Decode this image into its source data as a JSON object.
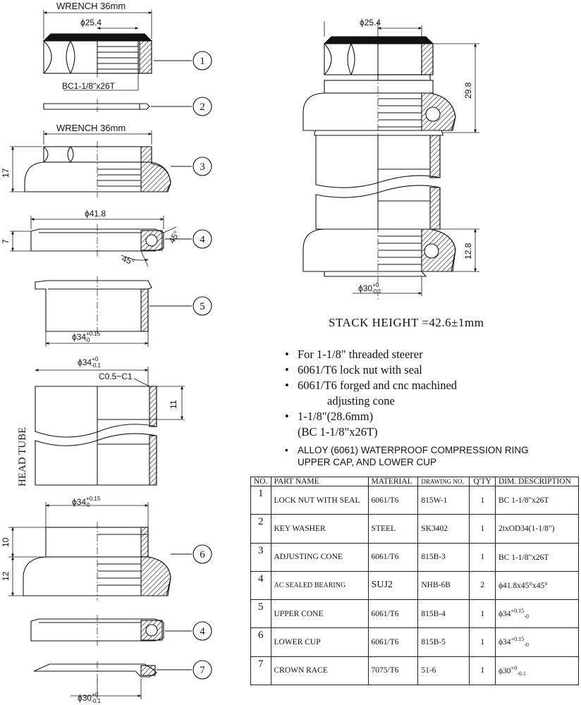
{
  "left_view": {
    "wrench_top": "WRENCH 36mm",
    "dia_25_4": "ϕ25.4",
    "thread_spec": "BC1-1/8\"x26T",
    "wrench_mid": "WRENCH 36mm",
    "dim_17": "17",
    "dia_41_8": "ϕ41.8",
    "dim_7": "7",
    "angle_45_a": "45°",
    "angle_45_b": "45°",
    "dia_34_upper": "ϕ34",
    "dia_34_upper_tol_plus": "+0.15",
    "dia_34_upper_tol_minus": "-0",
    "dia_34_tube": "ϕ34",
    "dia_34_tube_tol_plus": "+0",
    "dia_34_tube_tol_minus": "-0.1",
    "chamfer": "C0.5~C1",
    "dim_11": "11",
    "head_tube": "HEAD TUBE",
    "dia_34_lower": "ϕ34",
    "dia_34_lower_tol_plus": "+0.15",
    "dia_34_lower_tol_minus": "-0",
    "dim_10": "10",
    "dim_12": "12",
    "dia_30": "ϕ30",
    "dia_30_tol_plus": "+0",
    "dia_30_tol_minus": "-0.1"
  },
  "callouts": [
    "1",
    "2",
    "3",
    "4",
    "5",
    "6",
    "4",
    "7"
  ],
  "assembly": {
    "dia_25_4": "ϕ25.4",
    "dim_29_8": "29.8",
    "dim_12_8": "12.8",
    "dia_30": "ϕ30",
    "dia_30_tol_plus": "+0",
    "dia_30_tol_minus": "-0.1"
  },
  "stack_height": "STACK HEIGHT =42.6±1mm",
  "features": [
    {
      "text": "For 1-1/8\" threaded steerer",
      "sub": ""
    },
    {
      "text": "6061/T6 lock nut with seal",
      "sub": ""
    },
    {
      "text": "6061/T6 forged and cnc machined",
      "sub": "adjusting cone"
    },
    {
      "text": "1-1/8\"(28.6mm)",
      "sub": "(BC 1-1/8\"x26T)"
    },
    {
      "text": "ALLOY (6061) WATERPROOF COMPRESSION RING",
      "sub": "UPPER CAP, AND LOWER CUP"
    }
  ],
  "table": {
    "headers": {
      "no": "NO.",
      "part": "PART NAME",
      "material": "MATERIAL",
      "drawing": "DRAWING NO.",
      "qty": "Q'TY",
      "dim": "DIM. DESCRIPTION"
    },
    "rows": [
      {
        "no": "1",
        "part": "LOCK NUT WITH SEAL",
        "material": "6061/T6",
        "drawing": "815W-1",
        "qty": "1",
        "dim": "BC 1-1/8\"x26T",
        "tol_plus": "",
        "tol_minus": ""
      },
      {
        "no": "2",
        "part": "KEY WASHER",
        "material": "STEEL",
        "drawing": "SK3402",
        "qty": "1",
        "dim": "2txOD34(1-1/8\")",
        "tol_plus": "",
        "tol_minus": ""
      },
      {
        "no": "3",
        "part": "ADJUSTING CONE",
        "material": "6061/T6",
        "drawing": "815B-3",
        "qty": "1",
        "dim": "BC 1-1/8\"x26T",
        "tol_plus": "",
        "tol_minus": ""
      },
      {
        "no": "4",
        "part": "AC SEALED BEARING",
        "material": "SUJ2",
        "drawing": "NHB-6B",
        "qty": "2",
        "dim": "ϕ41.8x45°x45°",
        "tol_plus": "",
        "tol_minus": ""
      },
      {
        "no": "5",
        "part": "UPPER CONE",
        "material": "6061/T6",
        "drawing": "815B-4",
        "qty": "1",
        "dim": "ϕ34",
        "tol_plus": "+0.15",
        "tol_minus": "-0"
      },
      {
        "no": "6",
        "part": "LOWER CUP",
        "material": "6061/T6",
        "drawing": "815B-5",
        "qty": "1",
        "dim": "ϕ34",
        "tol_plus": "+0.15",
        "tol_minus": "-0"
      },
      {
        "no": "7",
        "part": "CROWN RACE",
        "material": "7075/T6",
        "drawing": "51-6",
        "qty": "1",
        "dim": "ϕ30",
        "tol_plus": "+0",
        "tol_minus": "-0.1"
      }
    ]
  }
}
